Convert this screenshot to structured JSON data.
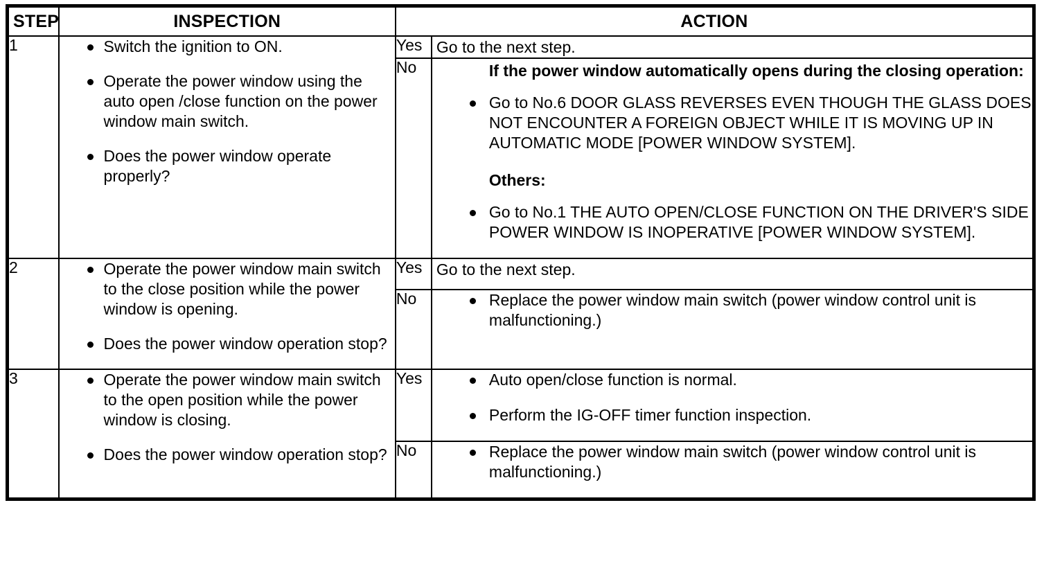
{
  "table": {
    "headers": {
      "step": "STEP",
      "inspection": "INSPECTION",
      "action": "ACTION"
    },
    "answers": {
      "yes": "Yes",
      "no": "No"
    },
    "rows": [
      {
        "step": "1",
        "inspection_items": [
          "Switch the ignition to ON.",
          "Operate the power window using the auto open /close function on the power window main switch.",
          "Does the power window operate properly?"
        ],
        "yes": {
          "label": "Yes",
          "plain_text": "Go to the next step."
        },
        "no": {
          "label": "No",
          "lead_1": "If the power window automatically opens during the closing operation:",
          "items_1": [
            "Go to No.6 DOOR GLASS REVERSES EVEN THOUGH THE GLASS DOES NOT ENCOUNTER A FOREIGN OBJECT WHILE IT IS MOVING UP IN AUTOMATIC MODE [POWER WINDOW SYSTEM]."
          ],
          "lead_2": "Others:",
          "items_2": [
            "Go to No.1 THE AUTO OPEN/CLOSE FUNCTION ON THE DRIVER'S SIDE POWER WINDOW IS INOPERATIVE [POWER WINDOW SYSTEM]."
          ]
        }
      },
      {
        "step": "2",
        "inspection_items": [
          "Operate the power window main switch to the close position while the power window is opening.",
          "Does the power window operation stop?"
        ],
        "yes": {
          "label": "Yes",
          "plain_text": "Go to the next step."
        },
        "no": {
          "label": "No",
          "items": [
            "Replace the power window main switch (power window control unit is malfunctioning.)"
          ]
        }
      },
      {
        "step": "3",
        "inspection_items": [
          "Operate the power window main switch to the open position while the power window is closing.",
          "Does the power window operation stop?"
        ],
        "yes": {
          "label": "Yes",
          "items": [
            "Auto open/close function is normal.",
            "Perform the IG-OFF timer function inspection."
          ]
        },
        "no": {
          "label": "No",
          "items": [
            "Replace the power window main switch (power window control unit is malfunctioning.)"
          ]
        }
      }
    ]
  },
  "colors": {
    "ink": "#000000",
    "paper": "#ffffff"
  }
}
